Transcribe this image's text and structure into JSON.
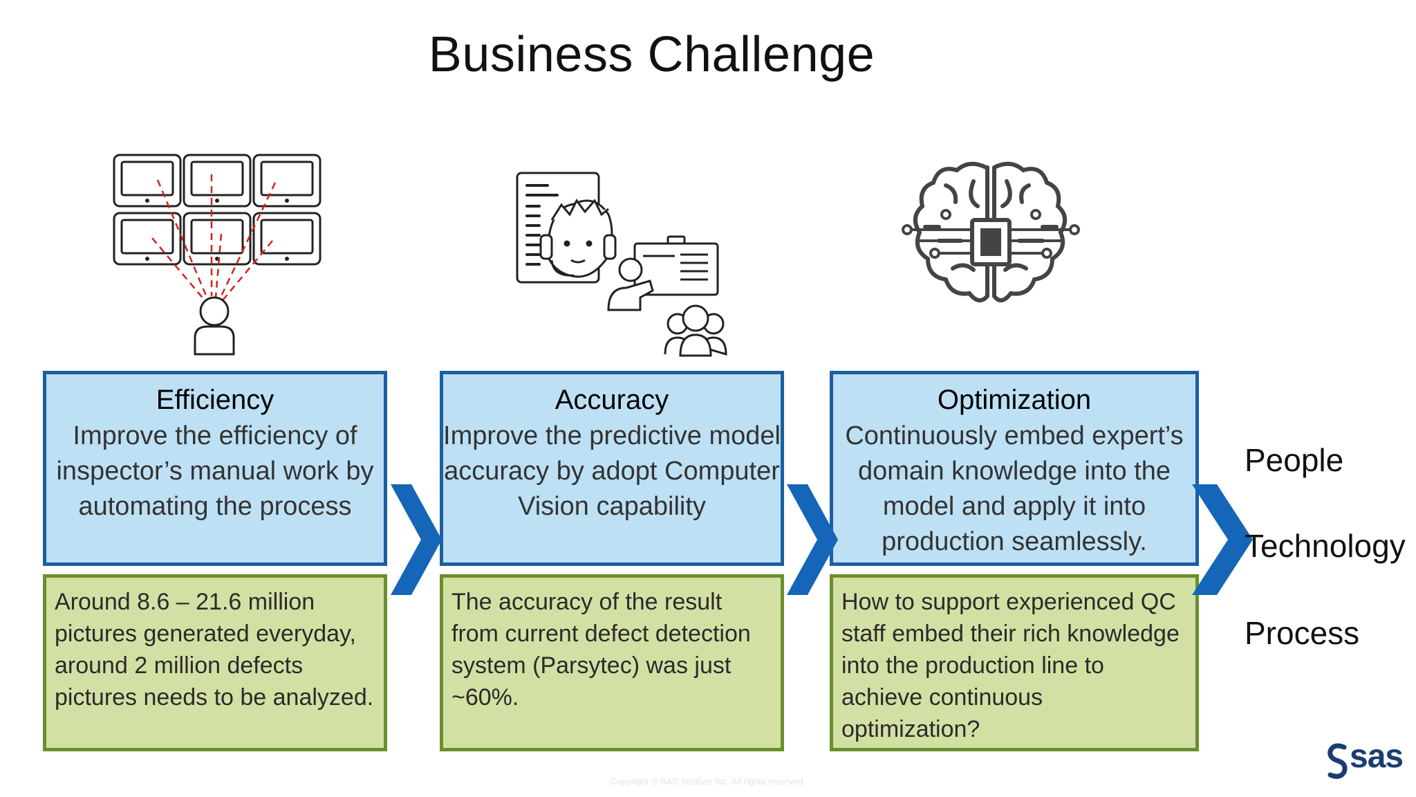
{
  "slide": {
    "title": "Business Challenge",
    "copyright": "Copyright © SAS Institute Inc. All rights reserved.",
    "logo_text": "sas"
  },
  "columns": [
    {
      "icon": "monitoring-screens-icon",
      "heading": "Efficiency",
      "description": "Improve the efficiency of inspector’s manual work by automating the process",
      "challenge": "Around 8.6 – 21.6 million pictures generated everyday, around 2 million defects pictures needs to be analyzed."
    },
    {
      "icon": "expert-presentation-icon",
      "heading": "Accuracy",
      "description": "Improve the predictive model accuracy by adopt Computer Vision capability",
      "challenge": "The accuracy of the result from current defect detection system (Parsytec) was just ~60%."
    },
    {
      "icon": "ai-brain-chip-icon",
      "heading": "Optimization",
      "description": "Continuously embed expert’s domain knowledge into the model and apply it into production seamlessly.",
      "challenge": "How to support experienced QC staff embed their rich knowledge into the production line to achieve continuous optimization?"
    }
  ],
  "pillars": [
    "People",
    "Technology",
    "Process"
  ],
  "colors": {
    "blue_fill": "#bee0f4",
    "blue_border": "#1b5fa0",
    "green_fill": "#d3e0a4",
    "green_border": "#6a8f2c",
    "chevron": "#1565b8",
    "logo": "#1b3c6e"
  }
}
